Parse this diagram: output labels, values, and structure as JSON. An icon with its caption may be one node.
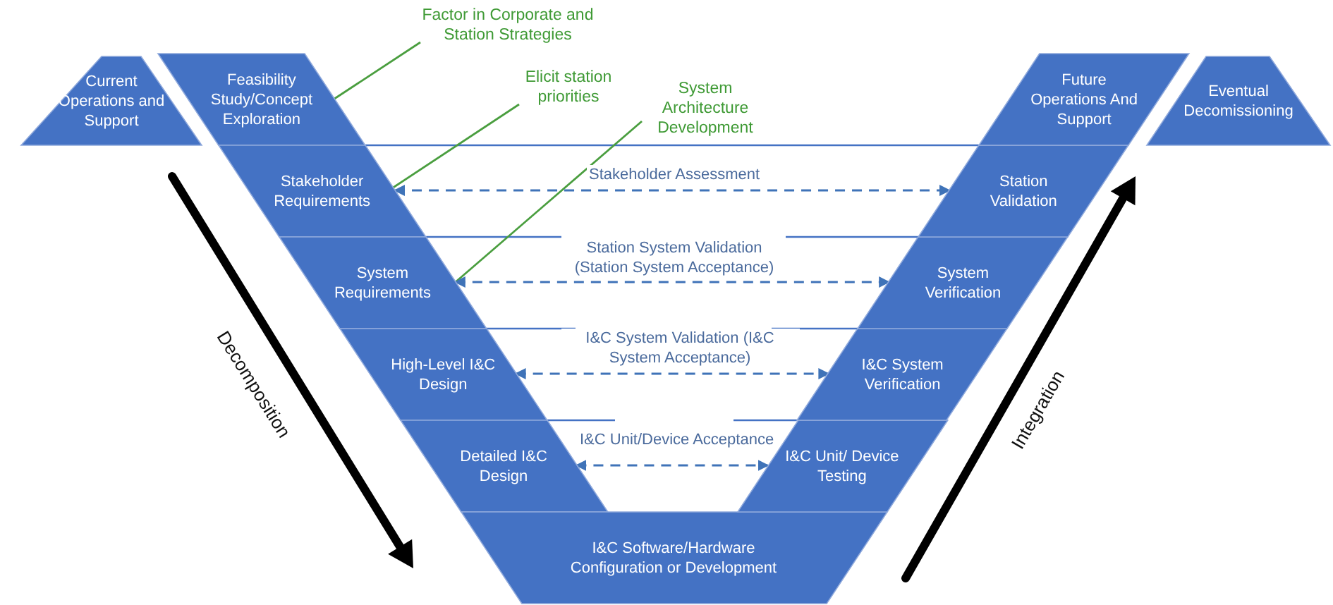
{
  "diagram": {
    "nodes": [
      {
        "text": [
          "Current Operations and Support"
        ]
      },
      {
        "text": [
          "Feasibility Study/Concept Exploration"
        ]
      },
      {
        "text": [
          "Stakeholder Requirements"
        ]
      },
      {
        "text": [
          "System Requirements"
        ]
      },
      {
        "text": [
          "High-Level I&C Design"
        ]
      },
      {
        "text": [
          "Detailed I&C Design"
        ]
      },
      {
        "text": [
          "I&C Software/Hardware Configuration or Development"
        ]
      },
      {
        "text": [
          "I&C Unit/ Device Testing"
        ]
      },
      {
        "text": [
          "I&C System Verification"
        ]
      },
      {
        "text": [
          "System Verification"
        ]
      },
      {
        "text": [
          "Station Validation"
        ]
      },
      {
        "text": [
          "Future Operations And Support"
        ]
      },
      {
        "text": [
          "Eventual Decomissioning"
        ]
      },
      {
        "text": [
          "Factor in Corporate and Station Strategies"
        ]
      },
      {
        "text": [
          "Elicit station priorities"
        ]
      },
      {
        "text": [
          "System Architecture Development"
        ]
      }
    ],
    "edges": [
      {
        "from": 13,
        "to": 1,
        "arrow": "none",
        "color": "#4a9e3f"
      },
      {
        "from": 14,
        "to": 2,
        "arrow": "none",
        "color": "#4a9e3f"
      },
      {
        "from": 15,
        "to": 3,
        "arrow": "none",
        "color": "#4a9e3f"
      },
      {
        "from": 2,
        "to": 10,
        "arrow": "both",
        "style": "dashed",
        "label": "Stakeholder Assessment"
      },
      {
        "from": 3,
        "to": 9,
        "arrow": "both",
        "style": "dashed",
        "label": "Station System Validation (Station System Acceptance)"
      },
      {
        "from": 4,
        "to": 8,
        "arrow": "both",
        "style": "dashed",
        "label": "I&C System Validation (I&C System Acceptance)"
      },
      {
        "from": 5,
        "to": 7,
        "arrow": "both",
        "style": "dashed",
        "label": "I&C Unit/Device Acceptance"
      }
    ],
    "labels": [
      "Decomposition",
      "Integration"
    ]
  }
}
